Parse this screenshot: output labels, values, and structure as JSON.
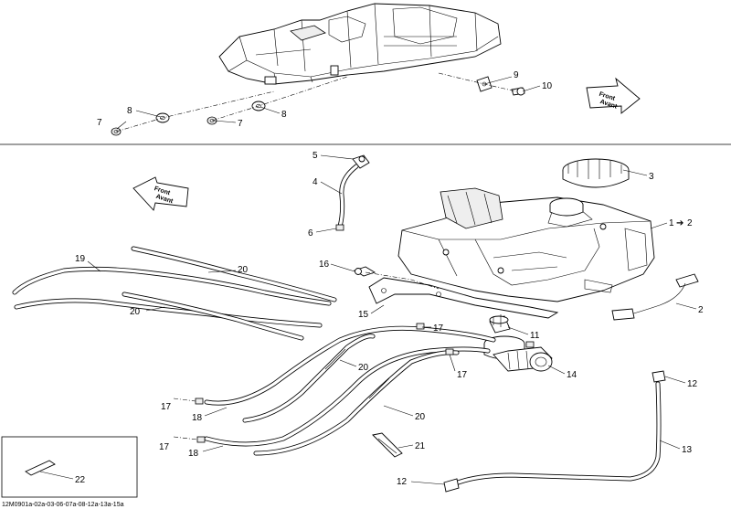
{
  "front_arrow_top": {
    "line1": "Front",
    "line2": "Avant"
  },
  "front_arrow_mid": {
    "line1": "Front",
    "line2": "Avant"
  },
  "callouts": {
    "c1": "1",
    "c2": "2",
    "c1to2": "1",
    "c2to": "2",
    "c3": "3",
    "c4": "4",
    "c5": "5",
    "c6": "6",
    "c7a": "7",
    "c7b": "7",
    "c8a": "8",
    "c8b": "8",
    "c9": "9",
    "c10": "10",
    "c11": "11",
    "c12a": "12",
    "c12b": "12",
    "c13": "13",
    "c14": "14",
    "c15": "15",
    "c16": "16",
    "c17a": "17",
    "c17b": "17",
    "c17c": "17",
    "c17d": "17",
    "c18a": "18",
    "c18b": "18",
    "c19": "19",
    "c20a": "20",
    "c20b": "20",
    "c20c": "20",
    "c20d": "20",
    "c21": "21",
    "c22": "22"
  },
  "reference_code": "12M0901a-02a-03-06-07a-08-12a-13a-15a"
}
